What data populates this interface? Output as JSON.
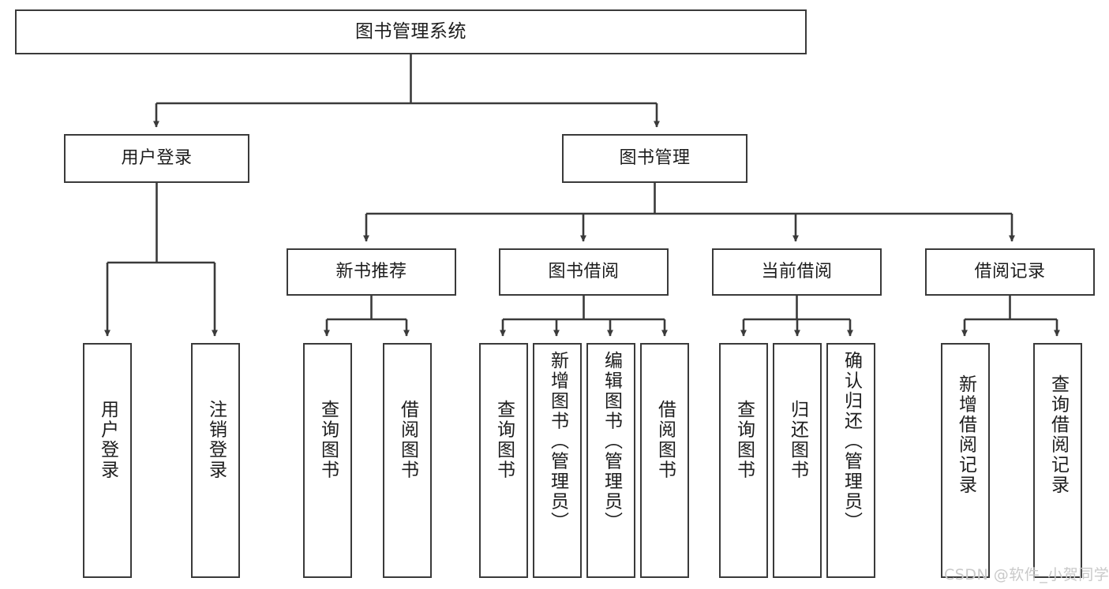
{
  "diagram": {
    "title": "图书管理系统",
    "type": "tree",
    "orientation": "top-down",
    "colors": {
      "node_border": "#3a3a3a",
      "node_fill": "#ffffff",
      "edge": "#3a3a3a",
      "text": "#1d1d1d",
      "watermark": "#c9c9c9",
      "background": "#ffffff"
    },
    "watermark": "CSDN @软件_小贺同学",
    "nodes": {
      "root": {
        "label": "图书管理系统",
        "level": 1
      },
      "level2": [
        {
          "id": "user-login",
          "label": "用户登录"
        },
        {
          "id": "book-manage",
          "label": "图书管理"
        }
      ],
      "level3": [
        {
          "id": "new-book-recommend",
          "label": "新书推荐",
          "parent": "book-manage"
        },
        {
          "id": "book-borrow",
          "label": "图书借阅",
          "parent": "book-manage"
        },
        {
          "id": "current-borrow",
          "label": "当前借阅",
          "parent": "book-manage"
        },
        {
          "id": "borrow-record",
          "label": "借阅记录",
          "parent": "book-manage"
        }
      ],
      "leaves": [
        {
          "id": "leaf-user-login",
          "label": "用户登录",
          "parent": "user-login"
        },
        {
          "id": "leaf-logout-login",
          "label": "注销登录",
          "parent": "user-login"
        },
        {
          "id": "leaf-query-book-1",
          "label": "查询图书",
          "parent": "new-book-recommend"
        },
        {
          "id": "leaf-borrow-book-1",
          "label": "借阅图书",
          "parent": "new-book-recommend"
        },
        {
          "id": "leaf-query-book-2",
          "label": "查询图书",
          "parent": "book-borrow"
        },
        {
          "id": "leaf-add-book",
          "label": "新增图书（管理员）",
          "parent": "book-borrow"
        },
        {
          "id": "leaf-edit-book",
          "label": "编辑图书（管理员）",
          "parent": "book-borrow"
        },
        {
          "id": "leaf-borrow-book-2",
          "label": "借阅图书",
          "parent": "book-borrow"
        },
        {
          "id": "leaf-query-book-3",
          "label": "查询图书",
          "parent": "current-borrow"
        },
        {
          "id": "leaf-return-book",
          "label": "归还图书",
          "parent": "current-borrow"
        },
        {
          "id": "leaf-confirm-return",
          "label": "确认归还（管理员）",
          "parent": "current-borrow"
        },
        {
          "id": "leaf-add-record",
          "label": "新增借阅记录",
          "parent": "borrow-record"
        },
        {
          "id": "leaf-query-record",
          "label": "查询借阅记录",
          "parent": "borrow-record"
        }
      ]
    }
  }
}
